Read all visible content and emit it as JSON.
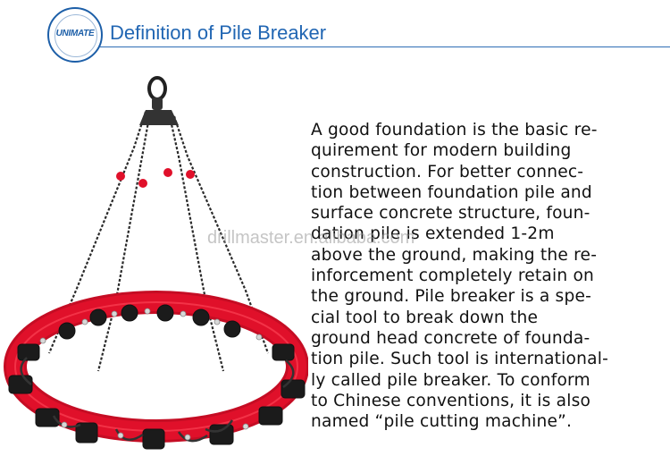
{
  "header": {
    "logo_text": "UNIMATE",
    "title": "Definition of Pile Breaker"
  },
  "body": {
    "lines": [
      "A good foundation is the basic re-",
      "quirement for modern building",
      "construction. For better connec-",
      "tion between foundation pile and",
      "surface concrete structure, foun-",
      "dation pile is extended 1-2m",
      "above the ground, making the re-",
      "inforcement completely retain on",
      "the ground. Pile breaker is a spe-",
      "cial tool to break down the",
      "ground head concrete of founda-",
      "tion pile. Such tool is international-",
      "ly called pile breaker. To conform",
      "to Chinese conventions, it is also",
      "named “pile cutting machine”."
    ]
  },
  "watermark": "drillmaster.en.alibaba.com",
  "colors": {
    "brand_blue": "#2166b3",
    "ring_red": "#e0102a",
    "chain": "#2a2a2a"
  }
}
